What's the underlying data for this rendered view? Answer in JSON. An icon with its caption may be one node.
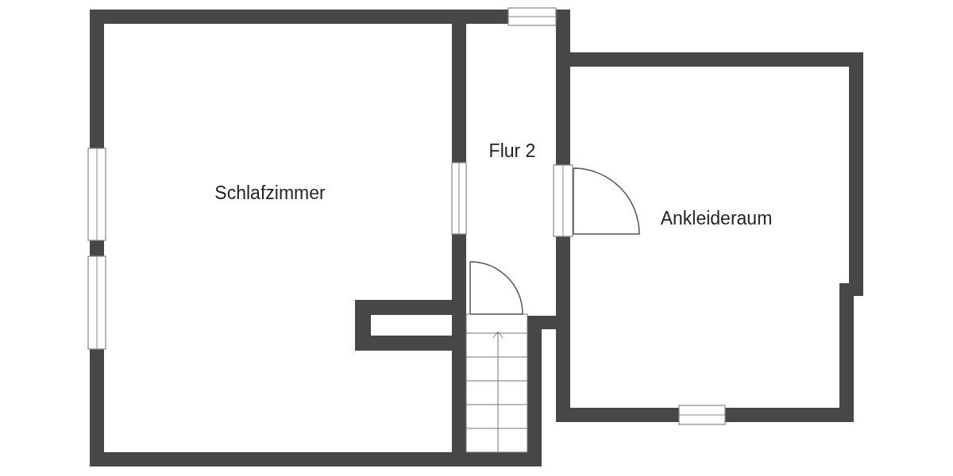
{
  "diagram": {
    "nodes": [
      {
        "text": [
          "Schlafzimmer"
        ]
      },
      {
        "text": [
          "Flur 2"
        ]
      },
      {
        "text": [
          "Ankleideraum"
        ]
      }
    ]
  }
}
